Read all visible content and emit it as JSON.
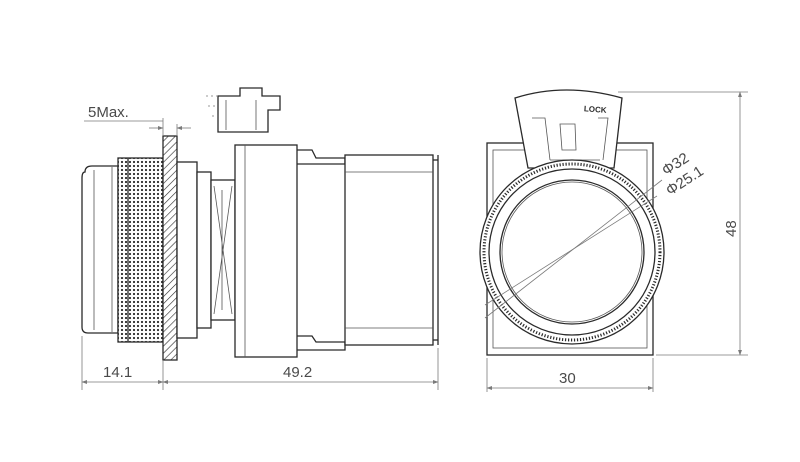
{
  "dimensions": {
    "panel_max": "5Max.",
    "front_depth": "14.1",
    "body_depth": "49.2",
    "width": "30",
    "height": "48",
    "diameter_outer": "Φ32",
    "diameter_inner": "Φ25.1"
  },
  "latch_text": "LOCK",
  "colors": {
    "line": "#2a2a2a",
    "dimension": "#7a7a7a",
    "text": "#4a4a4a"
  }
}
